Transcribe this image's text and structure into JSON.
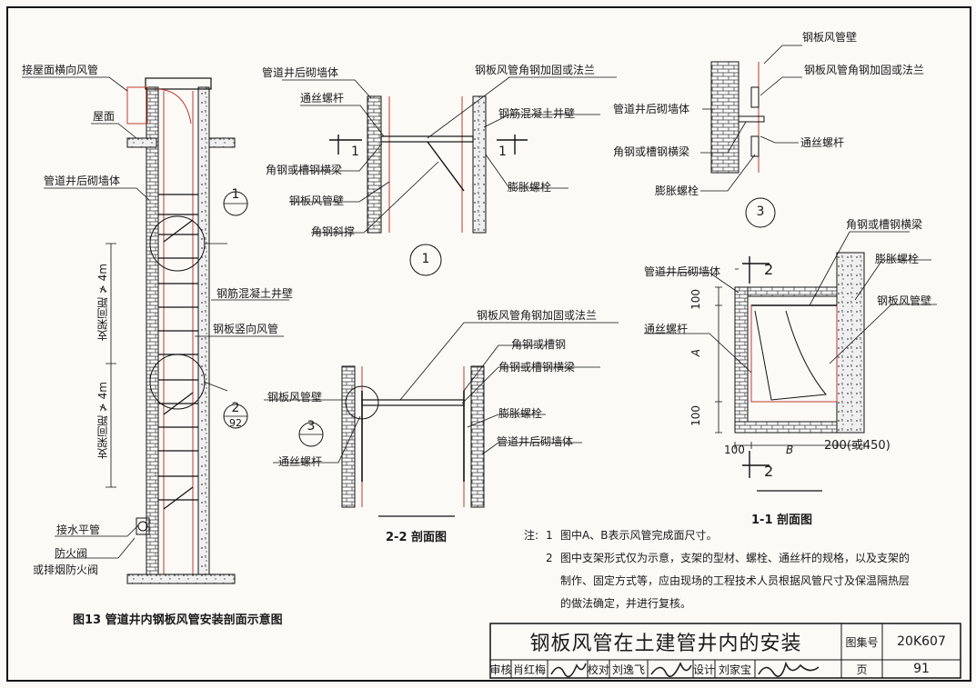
{
  "figure": {
    "caption": "图13 管道井内钢板风管安装剖面示意图",
    "labels": {
      "roof_duct": "接屋面横向风管",
      "roof": "屋面",
      "back_wall": "管道井后砌墙体",
      "rc_wall": "钢筋混凝土井壁",
      "vertical_duct": "钢板竖向风管",
      "support_spacing_1": "支架间距 ≯ 4m",
      "support_spacing_2": "支架间距 ≯ 4m",
      "horizontal_pipe": "接水平管",
      "fire_damper_1": "防火阀",
      "fire_damper_2": "或排烟防火阀",
      "ref1": "1",
      "ref2_top": "2",
      "ref2_bottom": "92"
    }
  },
  "detail1": {
    "back_wall": "管道井后砌墙体",
    "threaded_rod": "通丝螺杆",
    "angle_beam": "角钢或槽钢横梁",
    "duct_wall": "钢板风管壁",
    "angle_brace": "角钢斜撑",
    "flange": "钢板风管角钢加固或法兰",
    "rc_wall": "钢筋混凝土井壁",
    "expansion_bolt": "膨胀螺栓",
    "section_mark": "1",
    "number": "1"
  },
  "detail3": {
    "duct_wall": "钢板风管壁",
    "flange": "钢板风管角钢加固或法兰",
    "back_wall": "管道井后砌墙体",
    "angle_beam": "角钢或槽钢横梁",
    "threaded_rod": "通丝螺杆",
    "expansion_bolt": "膨胀螺栓",
    "number": "3"
  },
  "section22": {
    "flange": "钢板风管角钢加固或法兰",
    "angle": "角钢或槽钢",
    "angle_beam": "角钢或槽钢横梁",
    "duct_wall": "钢板风管壁",
    "expansion_bolt": "膨胀螺栓",
    "back_wall": "管道井后砌墙体",
    "threaded_rod": "通丝螺杆",
    "ref3_top": "3",
    "title": "2-2 剖面图"
  },
  "section11": {
    "angle_beam": "角钢或槽钢横梁",
    "back_wall": "管道井后砌墙体",
    "expansion_bolt": "膨胀螺栓",
    "duct_wall": "钢板风管壁",
    "threaded_rod": "通丝螺杆",
    "dim_100_top": "100",
    "dim_A": "A",
    "dim_100_bottom": "100",
    "dim_100_left": "100",
    "dim_B": "B",
    "dim_200": "200(或450)",
    "section_mark": "2",
    "title": "1-1 剖面图"
  },
  "notes": {
    "prefix": "注:",
    "n1_num": "1",
    "n1": "图中A、B表示风管完成面尺寸。",
    "n2_num": "2",
    "n2_l1": "图中支架形式仅为示意，支架的型材、螺栓、通丝杆的规格，以及支架的",
    "n2_l2": "制作、固定方式等，应由现场的工程技术人员根据风管尺寸及保温隔热层",
    "n2_l3": "的做法确定，并进行复核。"
  },
  "title_block": {
    "title": "钢板风管在土建管井内的安装",
    "atlas_label": "图集号",
    "atlas_no": "20K607",
    "review_label": "审核",
    "reviewer": "肖红梅",
    "check_label": "校对",
    "checker": "刘逸飞",
    "design_label": "设计",
    "designer": "刘家宝",
    "page_label": "页",
    "page_no": "91"
  }
}
